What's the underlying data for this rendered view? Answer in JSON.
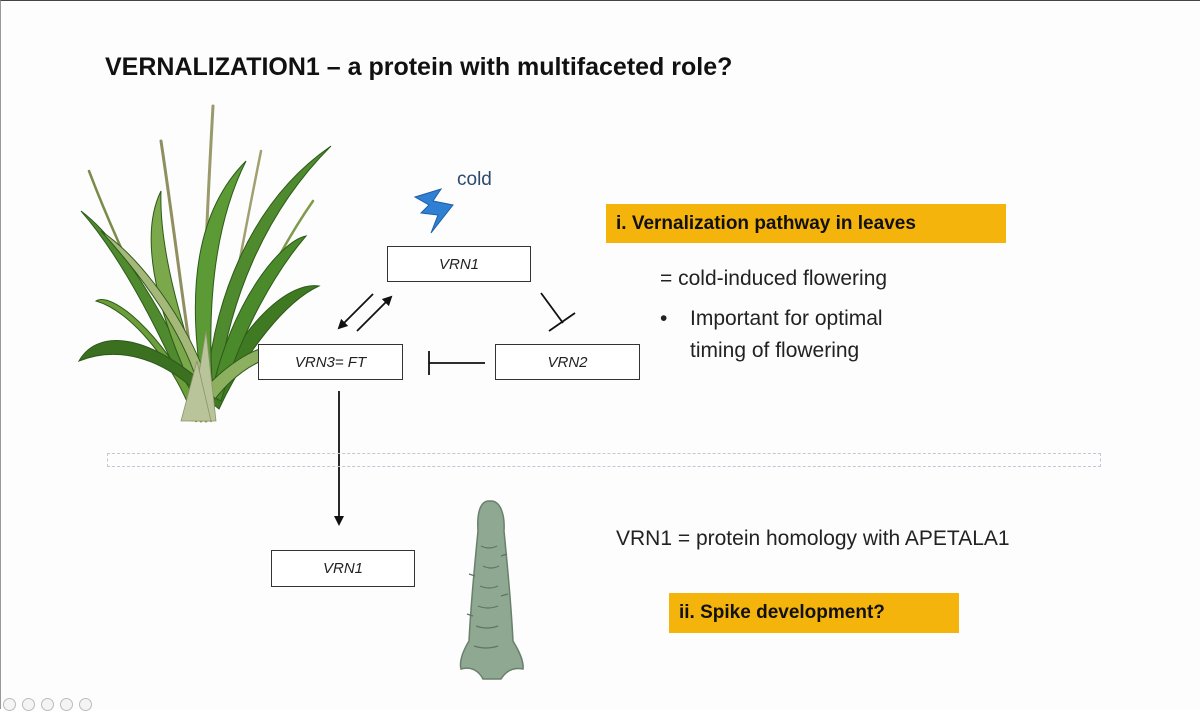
{
  "slide": {
    "title": "VERNALIZATION1 – a protein with multifaceted role?",
    "cold_label": "cold",
    "genes": {
      "vrn1_top": "VRN1",
      "vrn3": "VRN3= FT",
      "vrn2": "VRN2",
      "vrn1_bottom": "VRN1"
    },
    "section1": {
      "heading": "i. Vernalization pathway in leaves",
      "definition": "= cold-induced flowering",
      "bullet_line1": "Important for optimal",
      "bullet_line2": "timing of flowering"
    },
    "section2": {
      "homology": "VRN1 = protein homology with APETALA1",
      "heading": "ii. Spike development?"
    },
    "colors": {
      "highlight": "#f5b40c",
      "lightning": "#2f7fd3",
      "cold_text": "#2c4a6e",
      "spike": "#8fa892",
      "grass": "#4f8a2e"
    },
    "icons": [
      "lightning-icon",
      "wheat-plant-illustration",
      "spike-illustration"
    ]
  }
}
